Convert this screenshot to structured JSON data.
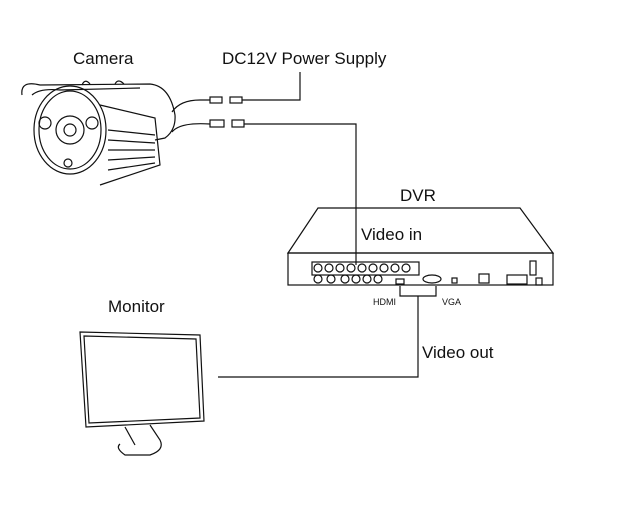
{
  "diagram": {
    "title": "DVR connection diagram",
    "nodes": {
      "camera": {
        "label": "Camera"
      },
      "power": {
        "label": "DC12V Power Supply"
      },
      "dvr": {
        "label": "DVR"
      },
      "monitor": {
        "label": "Monitor"
      }
    },
    "edges": {
      "video_in": {
        "label": "Video in"
      },
      "video_out": {
        "label": "Video out"
      },
      "hdmi": {
        "label": "HDMI"
      },
      "vga": {
        "label": "VGA"
      }
    },
    "colors": {
      "line": "#111111",
      "background": "#ffffff"
    }
  }
}
